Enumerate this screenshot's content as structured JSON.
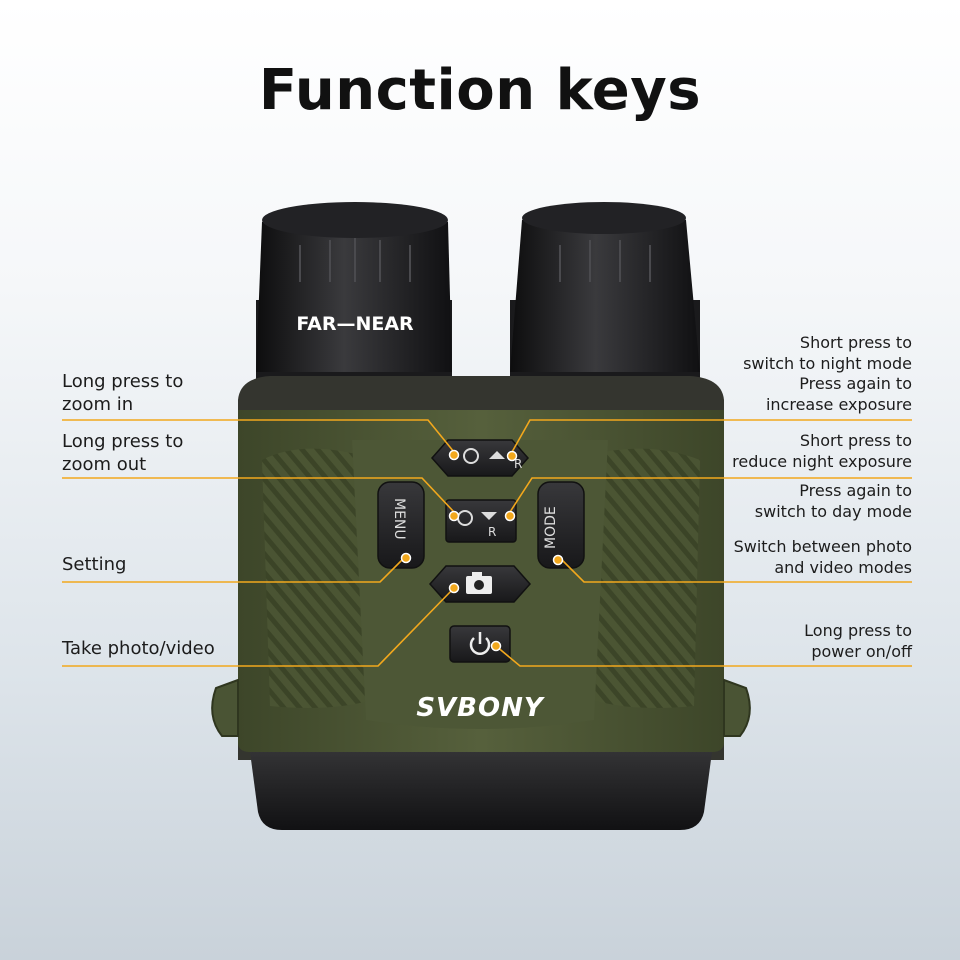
{
  "title": "Function keys",
  "colors": {
    "accent": "#f2a81d",
    "body": "#4a5434",
    "dark": "#1f1f21"
  },
  "device": {
    "eyepiece_label": "FAR—NEAR",
    "brand": "SVBONY",
    "buttons": {
      "menu": "MENU",
      "mode": "MODE",
      "zoom_in_letter": "R",
      "zoom_out_letter": "R"
    }
  },
  "left_callouts": {
    "zoom_in": [
      "Long press to",
      "zoom in"
    ],
    "zoom_out": [
      "Long press to",
      "zoom out"
    ],
    "setting": [
      "Setting"
    ],
    "take_photo": [
      "Take photo/video"
    ]
  },
  "right_callouts": {
    "night_mode": [
      "Short press to",
      "switch to night mode",
      "Press again to",
      "increase exposure"
    ],
    "reduce_exposure": [
      "Short press to",
      "reduce night exposure"
    ],
    "day_mode": [
      "Press again to",
      "switch to day mode"
    ],
    "photo_video": [
      "Switch between photo",
      "and video modes"
    ],
    "power": [
      "Long press to",
      "power on/off"
    ]
  }
}
